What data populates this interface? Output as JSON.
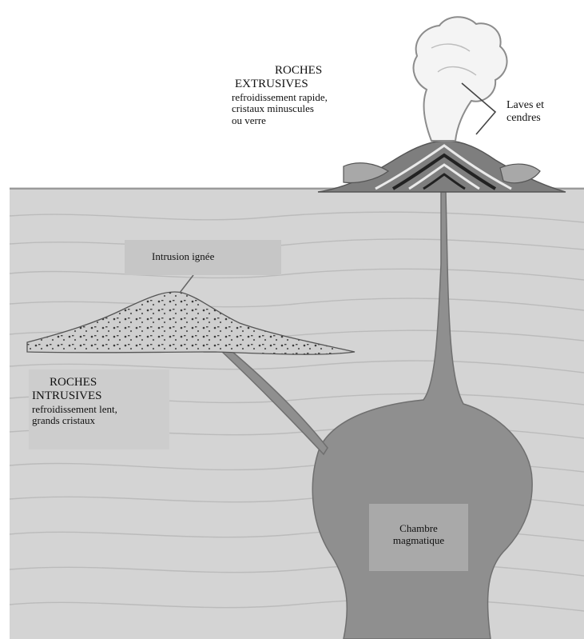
{
  "labels": {
    "extrusive": {
      "title1": "ROCHES",
      "title2": "EXTRUSIVES",
      "desc1": "refroidissement rapide,",
      "desc2": "cristaux minuscules",
      "desc3": "ou verre"
    },
    "lava": {
      "line1": "Laves et",
      "line2": "cendres"
    },
    "intrusion": {
      "text": "Intrusion ignée"
    },
    "intrusive": {
      "title1": "ROCHES",
      "title2": "INTRUSIVES",
      "desc1": "refroidissement lent,",
      "desc2": "grands cristaux"
    },
    "chamber": {
      "line1": "Chambre",
      "line2": "magmatique"
    }
  },
  "colors": {
    "sky": "#ffffff",
    "ground": "#d4d4d4",
    "strata": "#bdbdbd",
    "magma": "#8f8f8f",
    "magma_edge": "#6f6f6f",
    "label_box": "#c6c6c6"
  }
}
